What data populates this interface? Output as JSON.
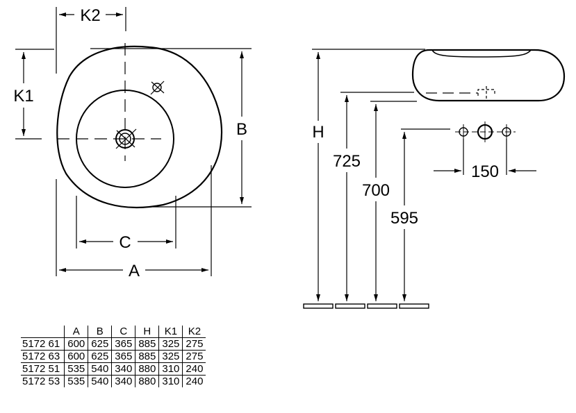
{
  "top_view": {
    "dims": {
      "k2": "K2",
      "k1": "K1",
      "b": "B",
      "c": "C",
      "a": "A"
    }
  },
  "side_view": {
    "dims": {
      "h": "H",
      "d725": "725",
      "d700": "700",
      "d595": "595",
      "d150": "150"
    }
  },
  "table": {
    "headers": [
      "",
      "A",
      "B",
      "C",
      "H",
      "K1",
      "K2"
    ],
    "rows": [
      [
        "5172 61",
        "600",
        "625",
        "365",
        "885",
        "325",
        "275"
      ],
      [
        "5172 63",
        "600",
        "625",
        "365",
        "885",
        "325",
        "275"
      ],
      [
        "5172 51",
        "535",
        "540",
        "340",
        "880",
        "310",
        "240"
      ],
      [
        "5172 53",
        "535",
        "540",
        "340",
        "880",
        "310",
        "240"
      ]
    ]
  }
}
